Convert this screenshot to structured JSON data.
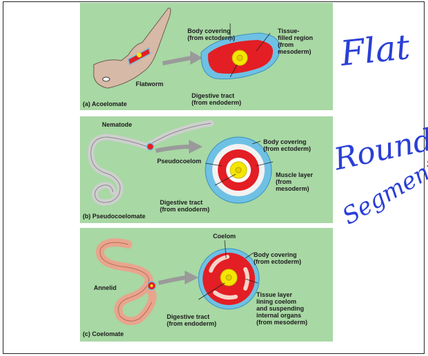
{
  "panels": {
    "a": {
      "caption": "(a) Acoelomate",
      "organism": "Flatworm",
      "body_covering": [
        "Body covering",
        "(from ectoderm)"
      ],
      "tissue_filled": [
        "Tissue-",
        "filled region",
        "(from",
        "mesoderm)"
      ],
      "digestive": [
        "Digestive tract",
        "(from endoderm)"
      ]
    },
    "b": {
      "caption": "(b) Pseudocoelomate",
      "organism": "Nematode",
      "body_covering": [
        "Body covering",
        "(from ectoderm)"
      ],
      "pseudocoelom": "Pseudocoelom",
      "muscle": [
        "Muscle layer",
        "(from",
        "mesoderm)"
      ],
      "digestive": [
        "Digestive tract",
        "(from endoderm)"
      ]
    },
    "c": {
      "caption": "(c) Coelomate",
      "organism": "Annelid",
      "coelom": "Coelom",
      "body_covering": [
        "Body covering",
        "(from ectoderm)"
      ],
      "tissue_layer": [
        "Tissue layer",
        "lining coelom",
        "and suspending",
        "internal organs",
        "(from mesoderm)"
      ],
      "digestive": [
        "Digestive tract",
        "(from endoderm)"
      ]
    }
  },
  "handwriting": {
    "flat": "Flat",
    "round": "Round",
    "segmented": "Segmented"
  },
  "colors": {
    "panel_bg": "#a8d8a4",
    "ectoderm": "#6ec1e4",
    "mesoderm": "#e31e24",
    "endoderm": "#f5e600",
    "ink": "#2a3fd6"
  }
}
